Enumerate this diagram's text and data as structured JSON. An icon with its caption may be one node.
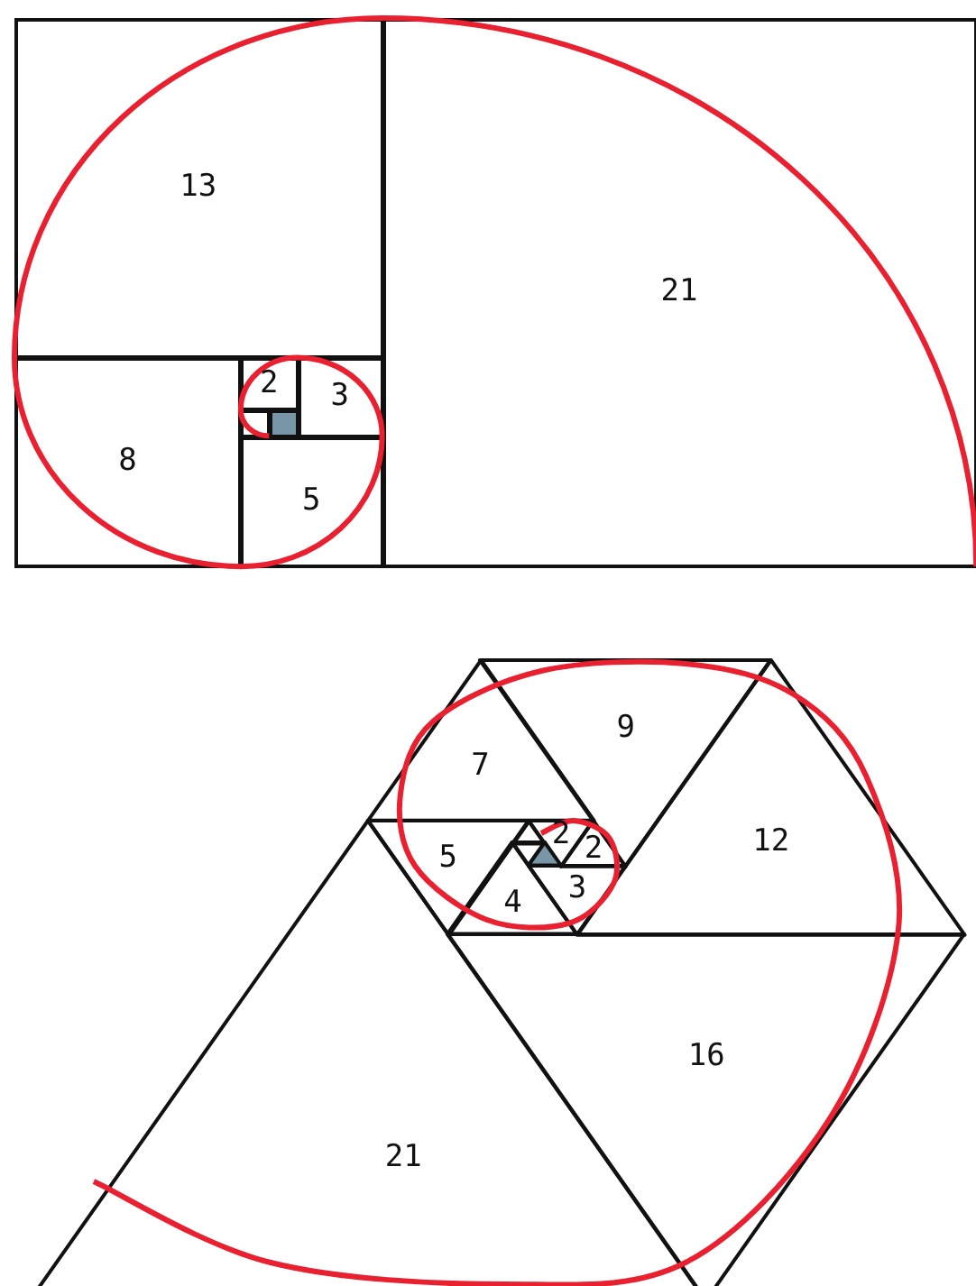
{
  "diagram": {
    "nodes": [
      {
        "text": [
          "13"
        ]
      },
      {
        "text": [
          "21"
        ]
      },
      {
        "text": [
          "8"
        ]
      },
      {
        "text": [
          "2"
        ]
      },
      {
        "text": [
          "3"
        ]
      },
      {
        "text": [
          "5"
        ]
      },
      {
        "text": [],
        "shape": "box"
      },
      {
        "text": [],
        "shape": "box"
      },
      {
        "text": [
          "7"
        ]
      },
      {
        "text": [
          "9"
        ]
      },
      {
        "text": [
          "5"
        ]
      },
      {
        "text": [
          "2"
        ]
      },
      {
        "text": [
          "2"
        ]
      },
      {
        "text": [
          "12"
        ]
      },
      {
        "text": [
          "4"
        ]
      },
      {
        "text": [
          "3"
        ]
      },
      {
        "text": [
          "16"
        ]
      },
      {
        "text": [
          "21"
        ]
      },
      {
        "text": [],
        "shape": "triangle"
      },
      {
        "text": [],
        "shape": "triangle"
      },
      {
        "text": [],
        "shape": "triangle"
      }
    ],
    "edges": []
  }
}
